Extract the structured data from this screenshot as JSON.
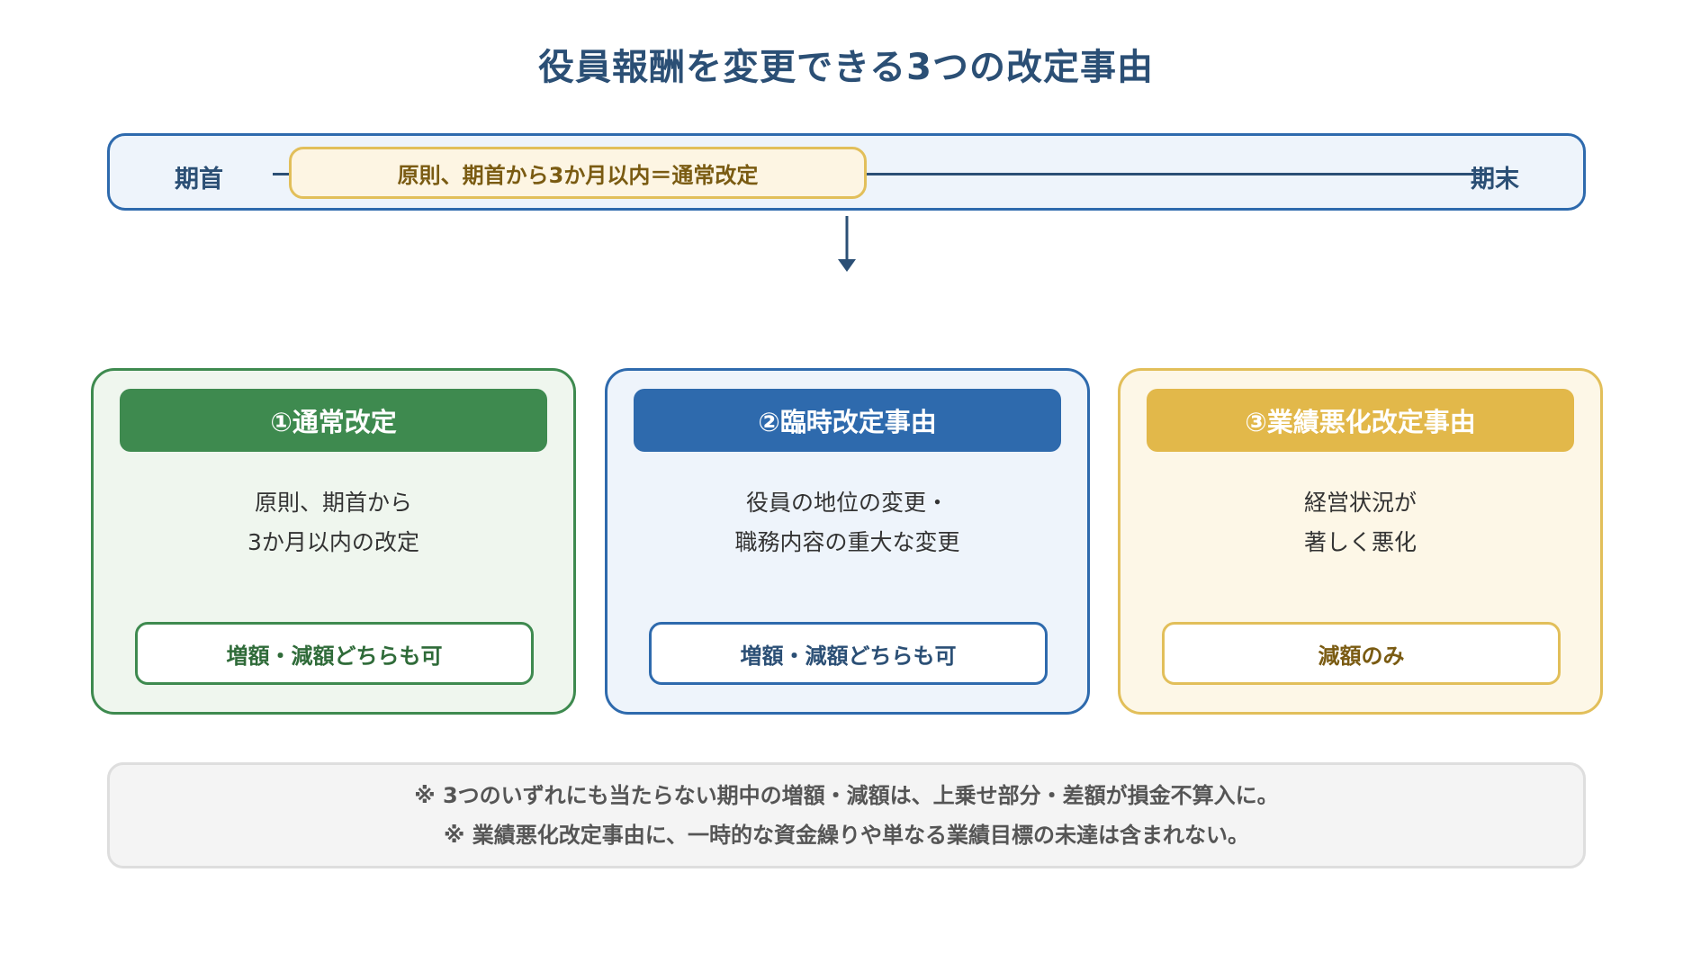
{
  "title": "役員報酬を変更できる3つの改定事由",
  "timeline": {
    "start_label": "期首",
    "end_label": "期末",
    "window_label": "原則、期首から3か月以内＝通常改定"
  },
  "cards": [
    {
      "heading": "①通常改定",
      "body": [
        "原則、期首から",
        "3か月以内の改定"
      ],
      "tag": "増額・減額どちらも可",
      "color": "#3e8a4f"
    },
    {
      "heading": "②臨時改定事由",
      "body": [
        "役員の地位の変更・",
        "職務内容の重大な変更"
      ],
      "tag": "増額・減額どちらも可",
      "color": "#2e6aad"
    },
    {
      "heading": "③業績悪化改定事由",
      "body": [
        "経営状況が",
        "著しく悪化"
      ],
      "tag": "減額のみ",
      "color": "#e2b84a"
    }
  ],
  "notes": [
    "※ 3つのいずれにも当たらない期中の増額・減額は、上乗せ部分・差額が損金不算入に。",
    "※ 業績悪化改定事由に、一時的な資金繰りや単なる業績目標の未達は含まれない。"
  ]
}
